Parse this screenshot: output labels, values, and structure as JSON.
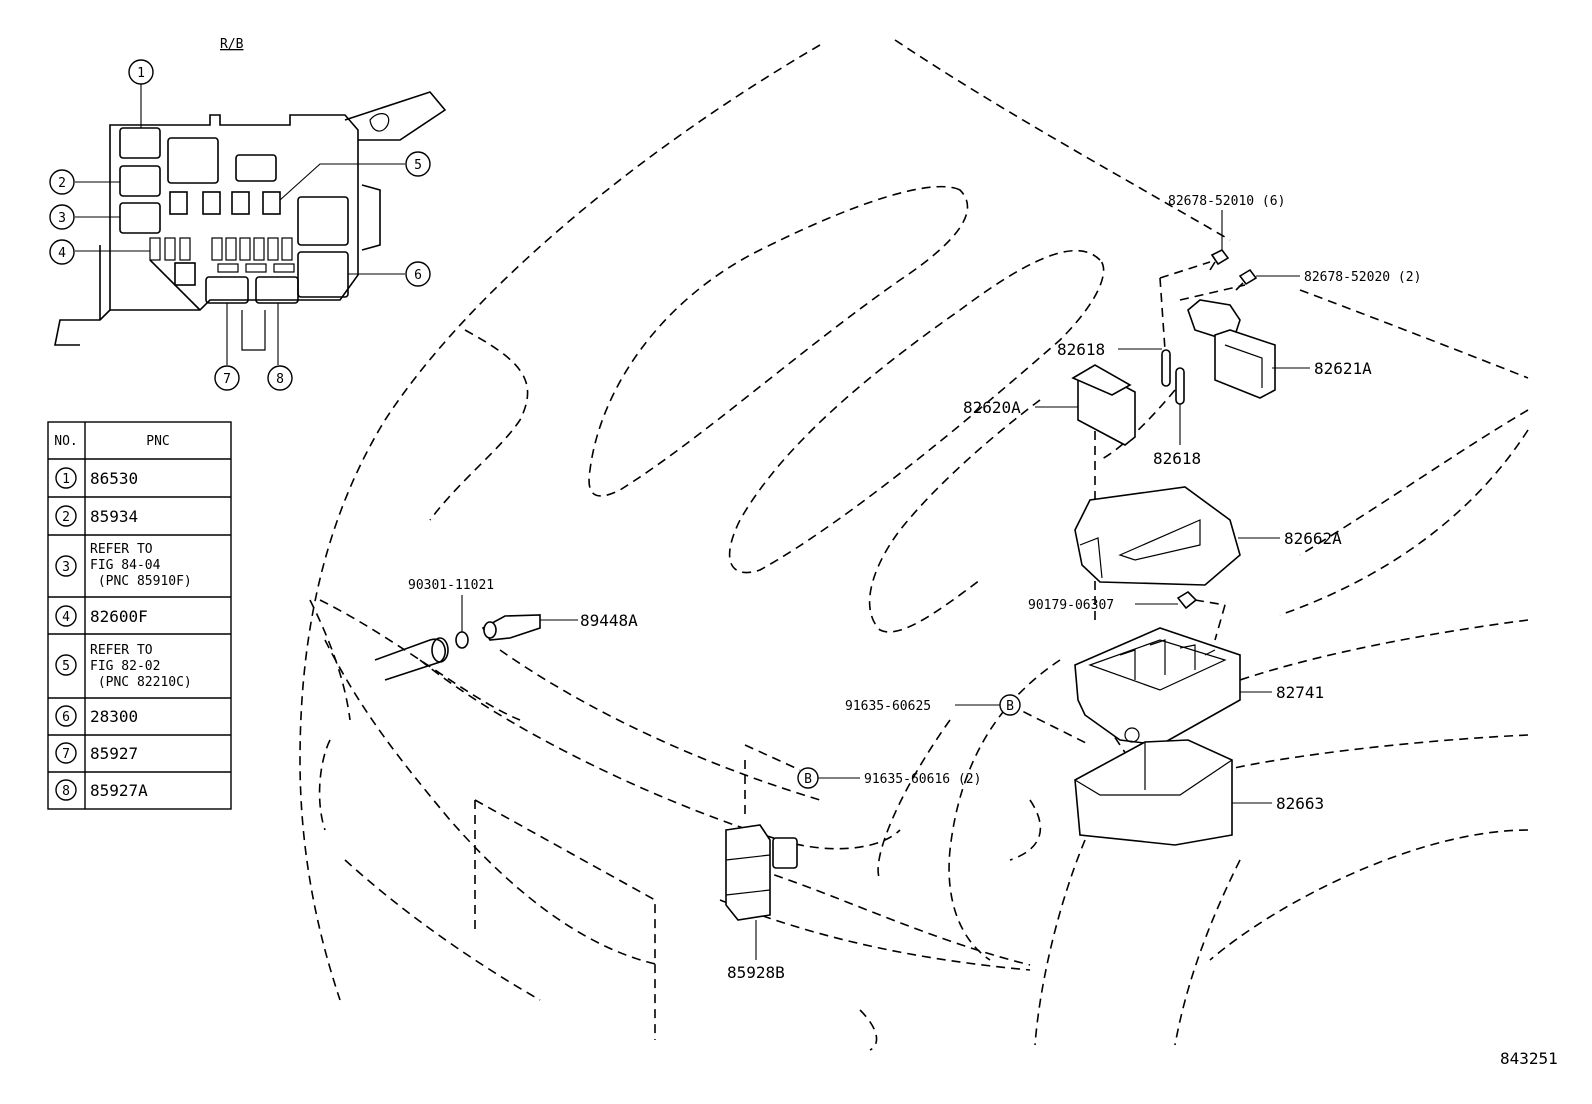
{
  "relay_block_label": "R/B",
  "figure_code": "843251",
  "callout_numbers": [
    "1",
    "2",
    "3",
    "4",
    "5",
    "6",
    "7",
    "8"
  ],
  "table": {
    "headers": [
      "NO.",
      "PNC"
    ],
    "rows": [
      {
        "no": "1",
        "lines": [
          "86530"
        ]
      },
      {
        "no": "2",
        "lines": [
          "85934"
        ]
      },
      {
        "no": "3",
        "lines": [
          "REFER TO",
          "FIG 84-04",
          " (PNC 85910F)"
        ]
      },
      {
        "no": "4",
        "lines": [
          "82600F"
        ]
      },
      {
        "no": "5",
        "lines": [
          "REFER TO",
          "FIG 82-02",
          " (PNC 82210C)"
        ]
      },
      {
        "no": "6",
        "lines": [
          "28300"
        ]
      },
      {
        "no": "7",
        "lines": [
          "85927"
        ]
      },
      {
        "no": "8",
        "lines": [
          "85927A"
        ]
      }
    ]
  },
  "parts": {
    "p_82678_52010": "82678-52010 (6)",
    "p_82678_52020": "82678-52020 (2)",
    "p_82618_a": "82618",
    "p_82618_b": "82618",
    "p_82621A": "82621A",
    "p_82620A": "82620A",
    "p_82662A": "82662A",
    "p_90179_06307": "90179-06307",
    "p_82741": "82741",
    "p_91635_60625": "91635-60625",
    "p_91635_60616": "91635-60616 (2)",
    "p_82663": "82663",
    "p_90301_11021": "90301-11021",
    "p_89448A": "89448A",
    "p_85928B": "85928B"
  },
  "bolt_marker": "B"
}
